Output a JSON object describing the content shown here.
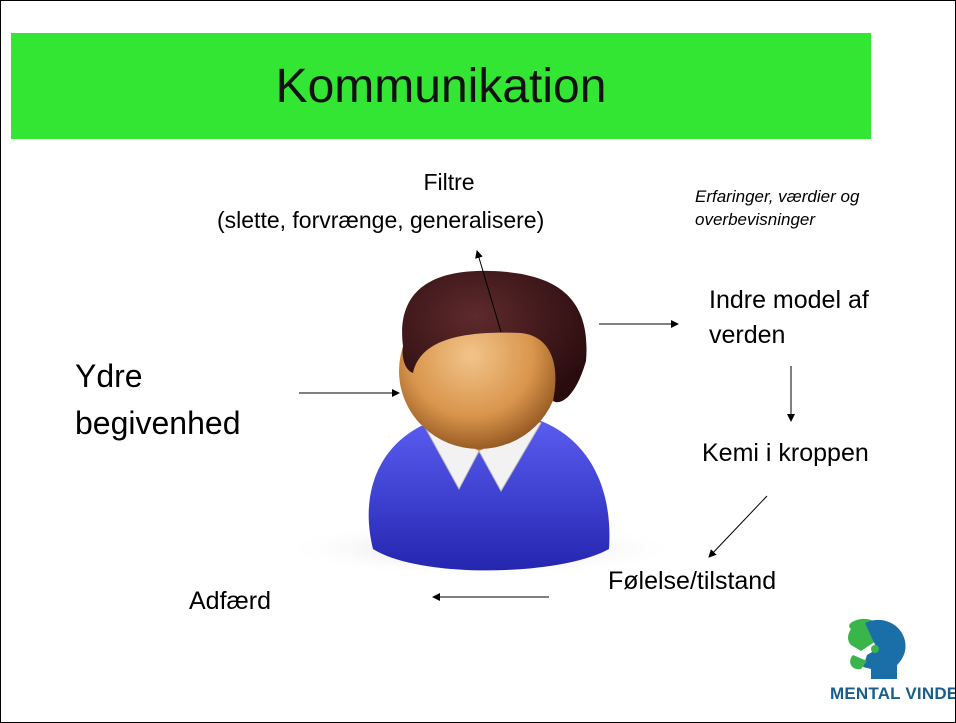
{
  "slide": {
    "title": "Kommunikation",
    "filtre_line1": "Filtre",
    "filtre_line2": "(slette, forvrænge, generalisere)",
    "erfaringer_line1": "Erfaringer, værdier og",
    "erfaringer_line2": "overbevisninger",
    "indre_line1": "Indre model af",
    "indre_line2": "verden",
    "ydre_line1": "Ydre",
    "ydre_line2": "begivenhed",
    "kemi": "Kemi i kroppen",
    "folelse": "Følelse/tilstand",
    "adfaerd": "Adfærd",
    "logo_text": "MENTAL VINDER"
  },
  "colors": {
    "title_bar": "#33e633",
    "hair": "#3a1416",
    "skin": "#d99a55",
    "shirt": "#3d3fd8",
    "logo_green": "#39b54a",
    "logo_blue": "#1a6fa8"
  },
  "icons": {
    "person": "person-icon",
    "logo": "puzzle-head-logo-icon"
  }
}
